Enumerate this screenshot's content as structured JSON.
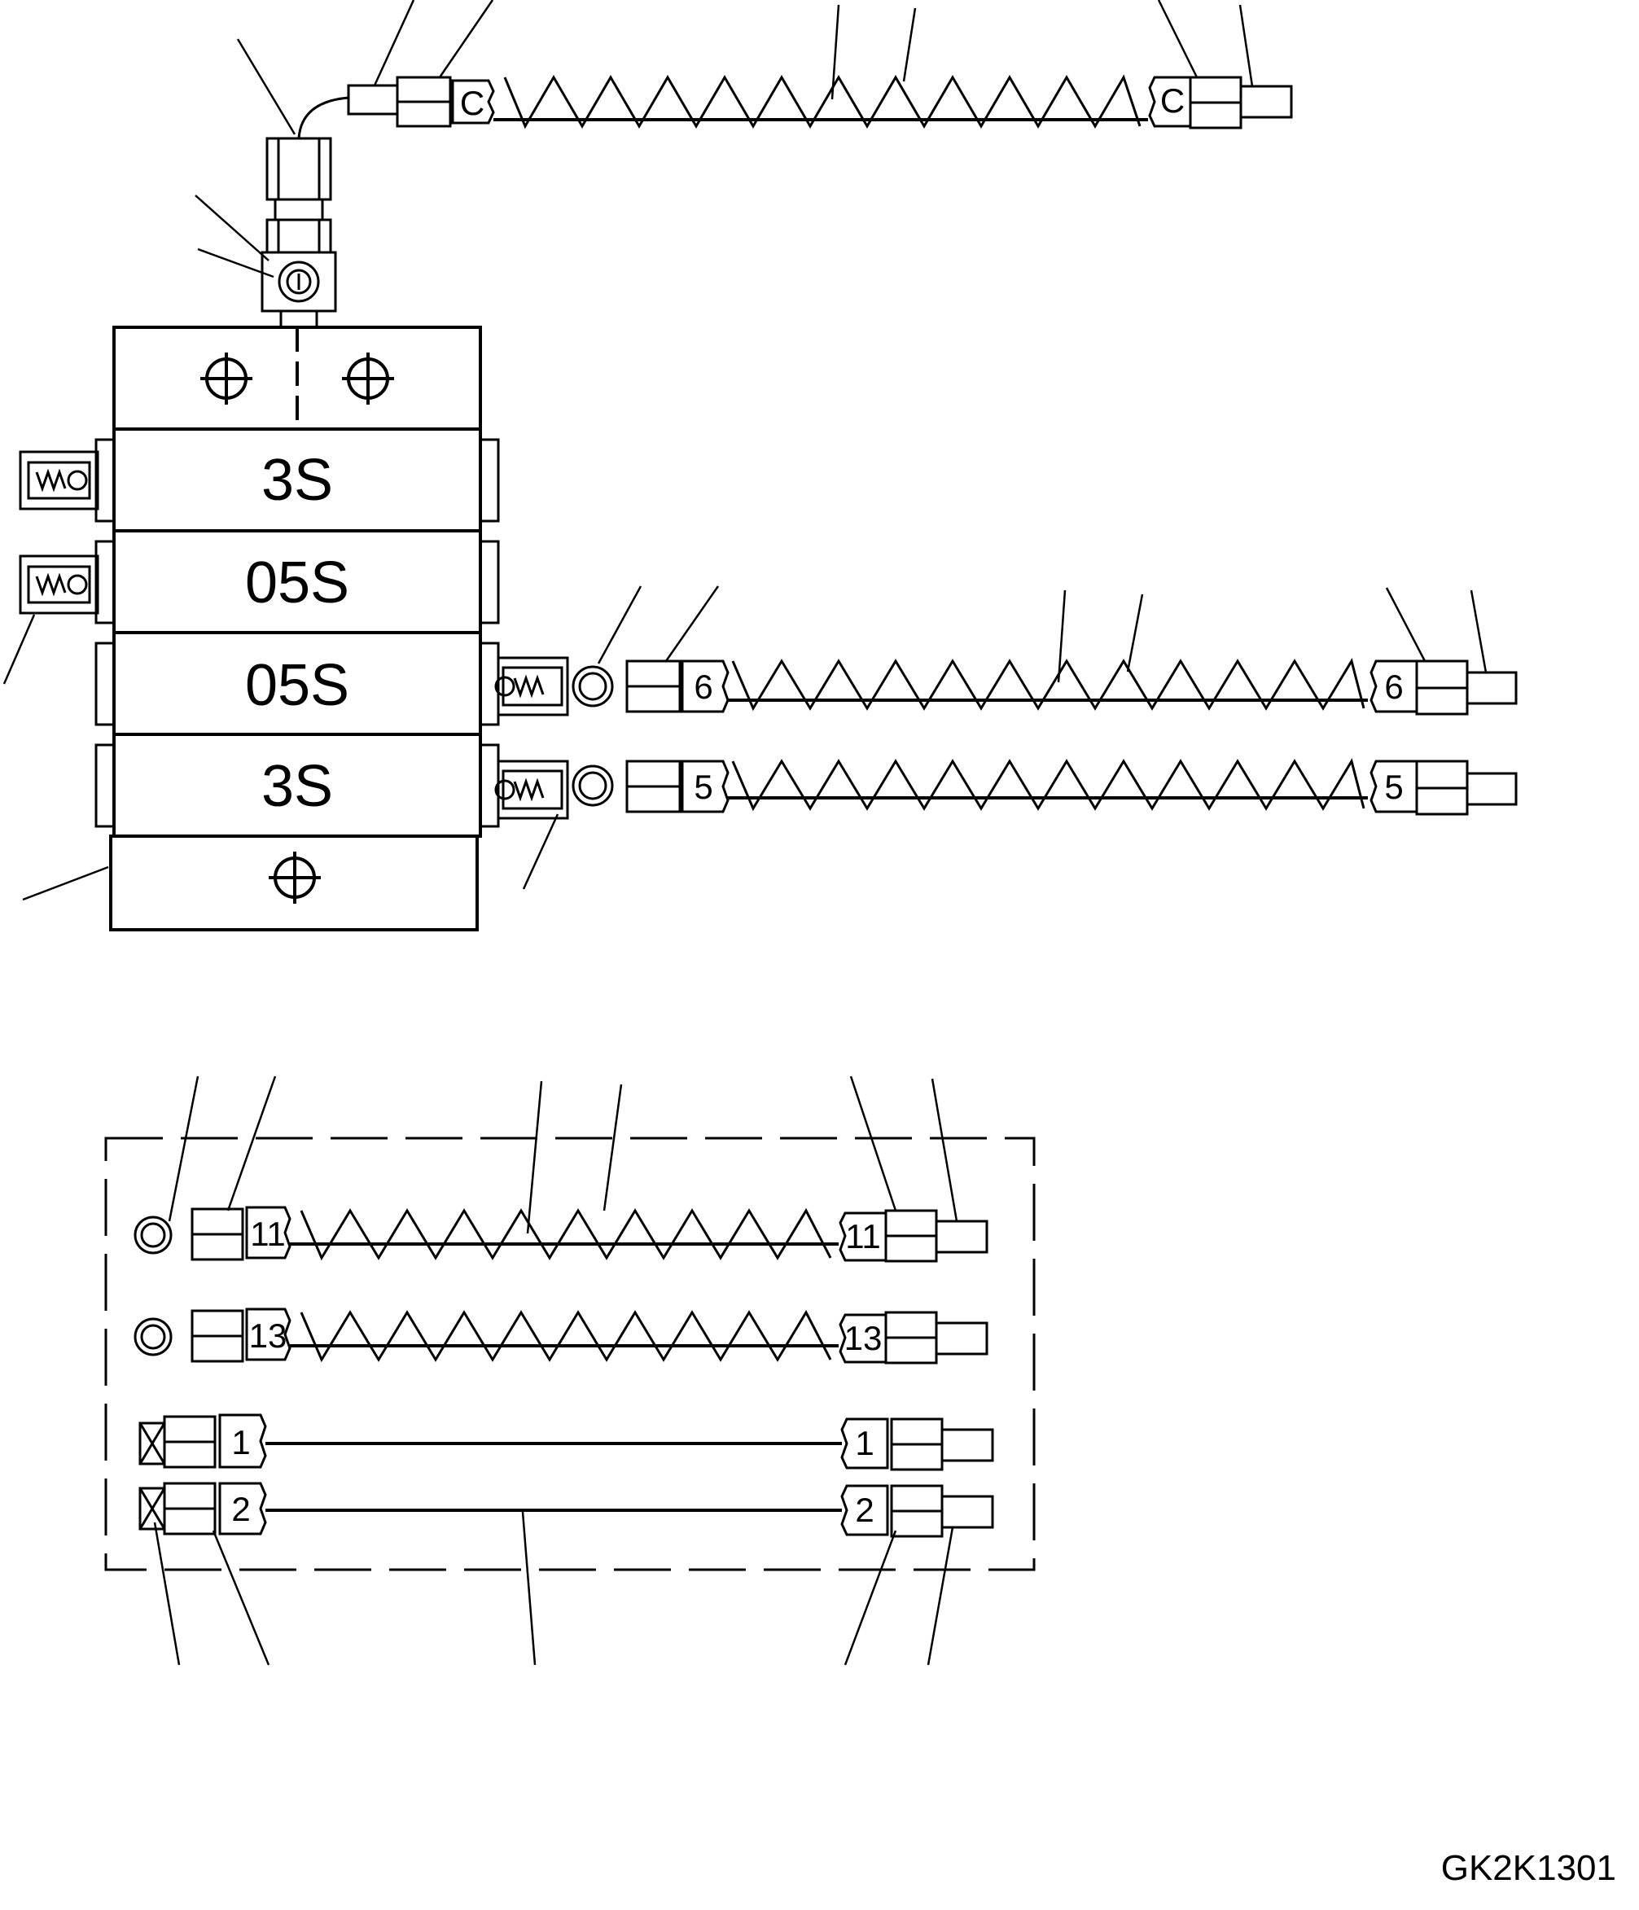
{
  "diagram_code": "GK2K1301",
  "distributor_blocks": [
    {
      "label": "3S"
    },
    {
      "label": "05S"
    },
    {
      "label": "05S"
    },
    {
      "label": "3S"
    }
  ],
  "hoses": [
    {
      "tag": "C",
      "end_tag": "C"
    },
    {
      "tag": "6",
      "end_tag": "6"
    },
    {
      "tag": "5",
      "end_tag": "5"
    }
  ],
  "kit_hoses": [
    {
      "tag": "11",
      "end_tag": "11",
      "style": "spring"
    },
    {
      "tag": "13",
      "end_tag": "13",
      "style": "spring"
    },
    {
      "tag": "1",
      "end_tag": "1",
      "style": "straight"
    },
    {
      "tag": "2",
      "end_tag": "2",
      "style": "straight"
    }
  ]
}
